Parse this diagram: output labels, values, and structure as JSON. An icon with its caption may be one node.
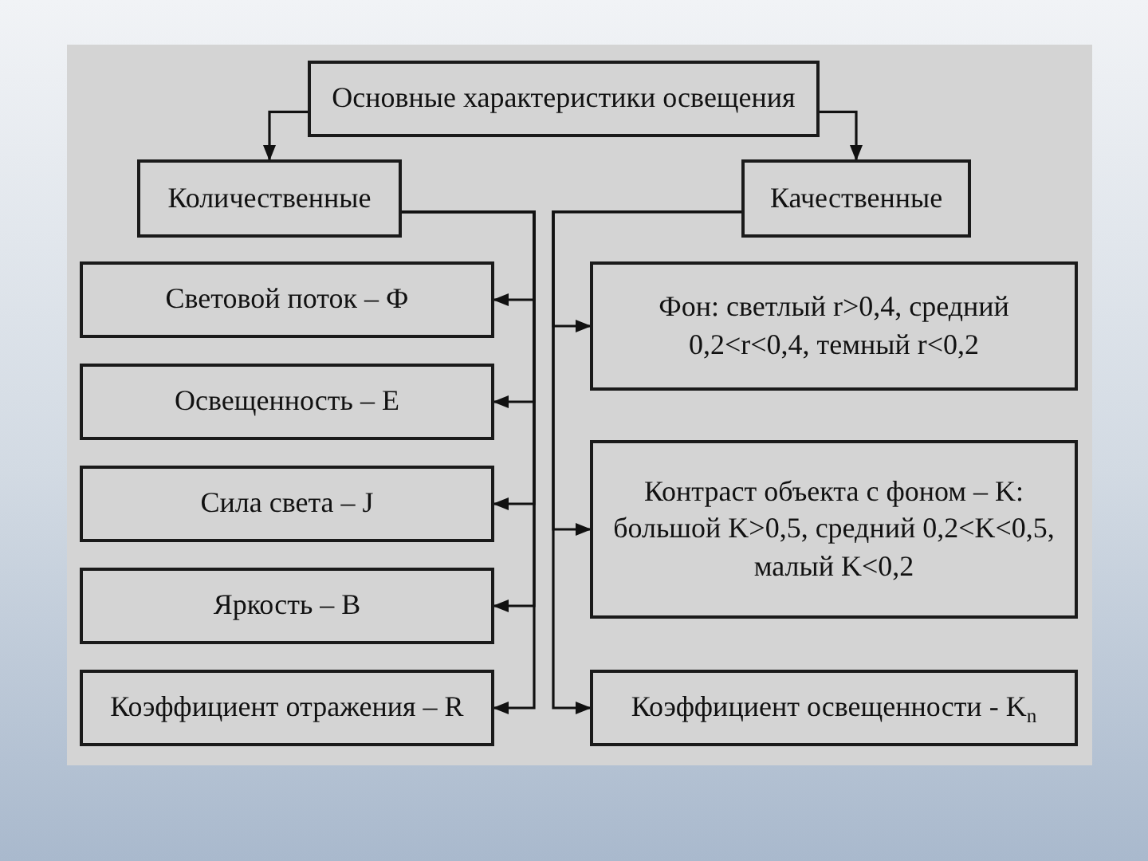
{
  "diagram": {
    "nodes": [
      {
        "text": [
          "Основные характеристики освещения"
        ]
      },
      {
        "text": [
          "Количественные"
        ]
      },
      {
        "text": [
          "Качественные"
        ]
      },
      {
        "text": [
          "Световой поток – Ф"
        ]
      },
      {
        "text": [
          "Освещенность – E"
        ]
      },
      {
        "text": [
          "Сила света – J"
        ]
      },
      {
        "text": [
          "Яркость – B"
        ]
      },
      {
        "text": [
          "Коэффициент отражения – R"
        ]
      },
      {
        "text": [
          "Фон: светлый r>0,4, средний 0,2<r<0,4, темный r<0,2"
        ]
      },
      {
        "text": [
          "Контраст объекта с фоном – K: большой K>0,5, средний 0,2<K<0,5, малый K<0,2"
        ]
      },
      {
        "text": [
          "Коэффициент освещенности - K$_{n}$"
        ]
      }
    ],
    "edges": [
      {
        "from": 0,
        "to": 1,
        "arrow": "to"
      },
      {
        "from": 0,
        "to": 2,
        "arrow": "to"
      },
      {
        "from": 1,
        "to": 3,
        "arrow": "to"
      },
      {
        "from": 1,
        "to": 4,
        "arrow": "to"
      },
      {
        "from": 1,
        "to": 5,
        "arrow": "to"
      },
      {
        "from": 1,
        "to": 6,
        "arrow": "to"
      },
      {
        "from": 1,
        "to": 7,
        "arrow": "to"
      },
      {
        "from": 2,
        "to": 8,
        "arrow": "to"
      },
      {
        "from": 2,
        "to": 9,
        "arrow": "to"
      },
      {
        "from": 2,
        "to": 10,
        "arrow": "to"
      }
    ]
  }
}
